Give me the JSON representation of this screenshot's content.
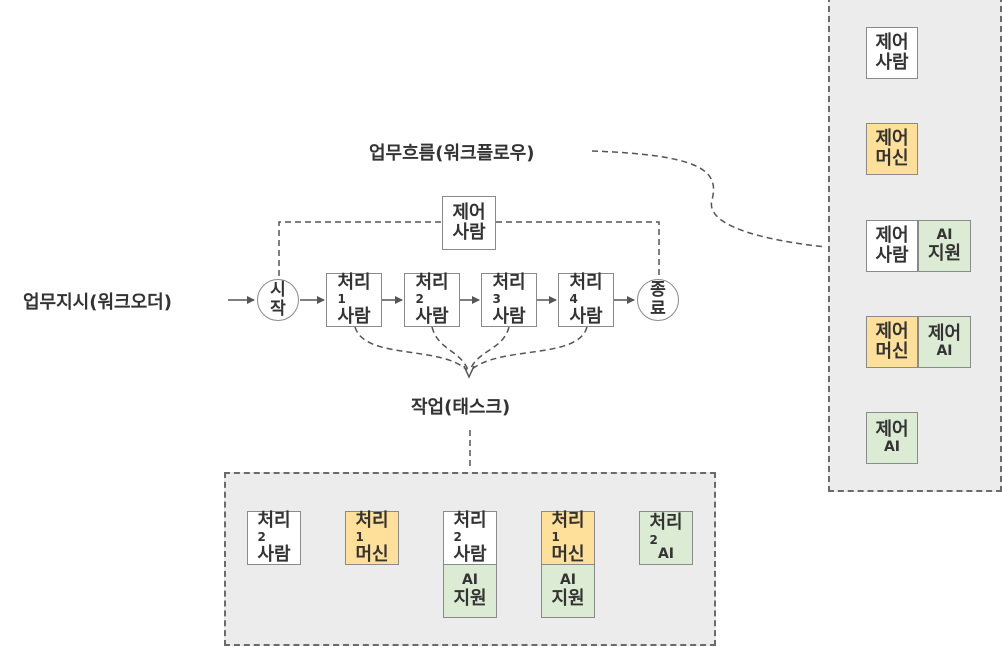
{
  "labels": {
    "workflow": "업무흐름(워크플로우)",
    "workorder": "업무지시(워크오더)",
    "task": "작업(태스크)"
  },
  "control": {
    "line1": "제어",
    "line2": "사람"
  },
  "start": {
    "line1": "시",
    "line2": "작"
  },
  "end": {
    "line1": "종",
    "line2": "료"
  },
  "steps": [
    {
      "title": "처리",
      "num": "1",
      "actor": "사람"
    },
    {
      "title": "처리",
      "num": "2",
      "actor": "사람"
    },
    {
      "title": "처리",
      "num": "3",
      "actor": "사람"
    },
    {
      "title": "처리",
      "num": "4",
      "actor": "사람"
    }
  ],
  "tasks": {
    "t1": {
      "title": "처리",
      "num": "2",
      "actor": "사람"
    },
    "t2": {
      "title": "처리",
      "num": "1",
      "actor": "머신"
    },
    "t3": {
      "title": "처리",
      "num": "2",
      "actor": "사람",
      "support1": "AI",
      "support2": "지원"
    },
    "t4": {
      "title": "처리",
      "num": "1",
      "actor": "머신",
      "support1": "AI",
      "support2": "지원"
    },
    "t5": {
      "title": "처리",
      "num": "2",
      "actor": "AI"
    }
  },
  "controls": {
    "c1": {
      "line1": "제어",
      "line2": "사람"
    },
    "c2": {
      "line1": "제어",
      "line2": "머신"
    },
    "c3": {
      "line1": "제어",
      "line2": "사람",
      "aux1": "AI",
      "aux2": "지원"
    },
    "c4": {
      "line1": "제어",
      "line2": "머신",
      "aux1": "제어",
      "aux2": "AI"
    },
    "c5": {
      "line1": "제어",
      "line2": "AI"
    }
  },
  "colors": {
    "human": "#ffffff",
    "machine": "#ffe09a",
    "ai": "#dcebd3",
    "panel": "#ececec",
    "line": "#555555"
  }
}
